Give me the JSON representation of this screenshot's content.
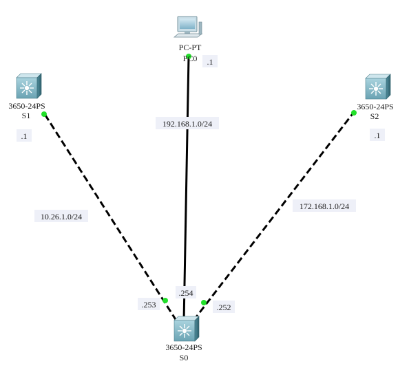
{
  "devices": {
    "pc0": {
      "model": "PC-PT",
      "name": "PC0"
    },
    "s1": {
      "model": "3650-24PS",
      "name": "S1"
    },
    "s2": {
      "model": "3650-24PS",
      "name": "S2"
    },
    "s0": {
      "model": "3650-24PS",
      "name": "S0"
    }
  },
  "links": {
    "s0_pc0": {
      "network": "192.168.1.0/24",
      "cable": "straight-through",
      "end_a_addr": ".254",
      "end_b_addr": ".1"
    },
    "s0_s1": {
      "network": "10.26.1.0/24",
      "cable": "crossover",
      "end_a_addr": ".253",
      "end_b_addr": ".1"
    },
    "s0_s2": {
      "network": "172.168.1.0/24",
      "cable": "crossover",
      "end_a_addr": ".252",
      "end_b_addr": ".1"
    }
  },
  "colors": {
    "link": "#000000",
    "port_up": "#22e02a",
    "switch_body": "#6aa3b3",
    "switch_dark": "#3f7684",
    "net_label_bg": "#eef0f8"
  },
  "icons": {
    "pc": "computer-icon",
    "switch": "multilayer-switch-icon"
  }
}
